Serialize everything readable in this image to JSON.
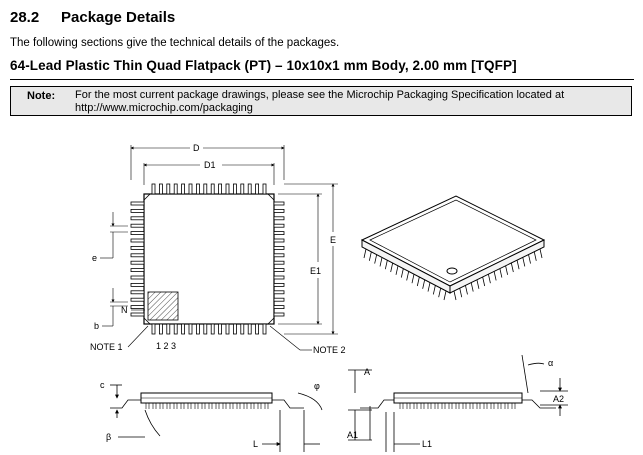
{
  "section": {
    "number": "28.2",
    "title": "Package Details",
    "intro": "The following sections give the technical details of the packages."
  },
  "package_title": "64-Lead Plastic Thin Quad Flatpack (PT) – 10x10x1 mm Body, 2.00 mm [TQFP]",
  "note": {
    "label": "Note:",
    "text": "For the most current package drawings, please see the Microchip Packaging Specification located at http://www.microchip.com/packaging"
  },
  "drawing_labels": {
    "D": "D",
    "D1": "D1",
    "E": "E",
    "E1": "E1",
    "e": "e",
    "N": "N",
    "b": "b",
    "note1": "NOTE 1",
    "pins": "1 2 3",
    "note2": "NOTE 2",
    "c": "c",
    "beta": "β",
    "phi": "φ",
    "L": "L",
    "A": "A",
    "A1": "A1",
    "L1": "L1",
    "alpha": "α",
    "A2": "A2"
  }
}
